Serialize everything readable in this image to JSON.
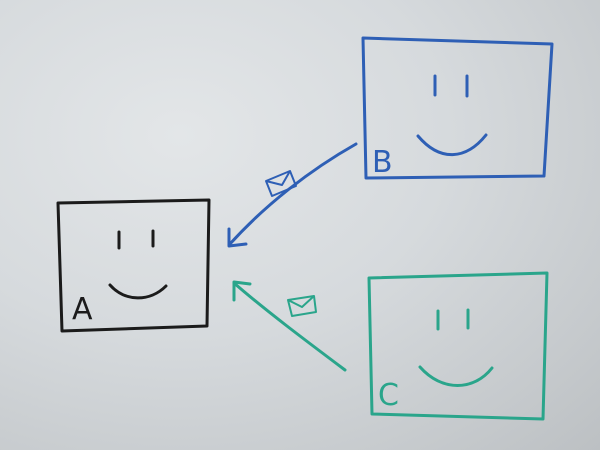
{
  "scene": {
    "kind": "whiteboard-sketch",
    "description_visible": false
  },
  "nodes": [
    {
      "id": "A",
      "label": "A",
      "color": "#1b1b1b"
    },
    {
      "id": "B",
      "label": "B",
      "color": "#2e5fb5"
    },
    {
      "id": "C",
      "label": "C",
      "color": "#2aa58b"
    }
  ],
  "edges": [
    {
      "from": "B",
      "to": "A",
      "icon": "envelope-icon",
      "color": "#2e5fb5"
    },
    {
      "from": "C",
      "to": "A",
      "icon": "envelope-icon",
      "color": "#2aa58b"
    }
  ],
  "colors": {
    "board": "#d6dadd",
    "marker_black": "#1b1b1b",
    "marker_blue": "#2e5fb5",
    "marker_green": "#2aa58b"
  }
}
